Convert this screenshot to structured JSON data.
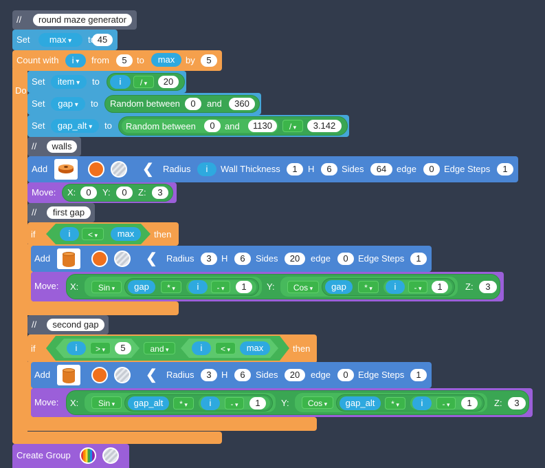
{
  "comment1": {
    "prefix": "//",
    "text": "round maze generator"
  },
  "set_max": {
    "keyword": "Set",
    "var": "max",
    "to": "to",
    "value": "45"
  },
  "count_with": {
    "keyword": "Count with",
    "var": "i",
    "from": "from",
    "from_value": "5",
    "to": "to",
    "to_var": "max",
    "by": "by",
    "by_value": "5",
    "do": "Do"
  },
  "set_item": {
    "keyword": "Set",
    "var": "item",
    "to": "to",
    "left": "i",
    "op": "/",
    "right": "20"
  },
  "set_gap": {
    "keyword": "Set",
    "var": "gap",
    "to": "to",
    "fn": "Random between",
    "a": "0",
    "and": "and",
    "b": "360"
  },
  "set_gap_alt": {
    "keyword": "Set",
    "var": "gap_alt",
    "to": "to",
    "fn": "Random between",
    "a": "0",
    "and": "and",
    "b": "1130",
    "op": "/",
    "c": "3.142"
  },
  "comment_walls": {
    "prefix": "//",
    "text": "walls"
  },
  "add_walls": {
    "keyword": "Add",
    "radius": "Radius",
    "radius_var": "i",
    "wall": "Wall Thickness",
    "wall_val": "1",
    "h": "H",
    "h_val": "6",
    "sides": "Sides",
    "sides_val": "64",
    "edge": "edge",
    "edge_val": "0",
    "edge_steps": "Edge Steps",
    "edge_steps_val": "1"
  },
  "move_walls": {
    "keyword": "Move:",
    "x": "X:",
    "x_val": "0",
    "y": "Y:",
    "y_val": "0",
    "z": "Z:",
    "z_val": "3"
  },
  "comment_first": {
    "prefix": "//",
    "text": "first gap"
  },
  "if1": {
    "keyword": "if",
    "left": "i",
    "op": "<",
    "right": "max",
    "then": "then"
  },
  "add1": {
    "keyword": "Add",
    "radius": "Radius",
    "radius_val": "3",
    "h": "H",
    "h_val": "6",
    "sides": "Sides",
    "sides_val": "20",
    "edge": "edge",
    "edge_val": "0",
    "edge_steps": "Edge Steps",
    "edge_steps_val": "1"
  },
  "move1": {
    "keyword": "Move:",
    "x": "X:",
    "sin": "Sin",
    "gap": "gap",
    "mul": "*",
    "i": "i",
    "minus": "-",
    "one": "1",
    "y": "Y:",
    "cos": "Cos",
    "gap2": "gap",
    "mul2": "*",
    "i2": "i",
    "minus2": "-",
    "one2": "1",
    "z": "Z:",
    "z_val": "3"
  },
  "comment_second": {
    "prefix": "//",
    "text": "second gap"
  },
  "if2": {
    "keyword": "if",
    "left": "i",
    "op": ">",
    "right": "5",
    "and": "and",
    "left2": "i",
    "op2": "<",
    "right2": "max",
    "then": "then"
  },
  "add2": {
    "keyword": "Add",
    "radius": "Radius",
    "radius_val": "3",
    "h": "H",
    "h_val": "6",
    "sides": "Sides",
    "sides_val": "20",
    "edge": "edge",
    "edge_val": "0",
    "edge_steps": "Edge Steps",
    "edge_steps_val": "1"
  },
  "move2": {
    "keyword": "Move:",
    "x": "X:",
    "sin": "Sin",
    "gap": "gap_alt",
    "mul": "*",
    "i": "i",
    "minus": "-",
    "one": "1",
    "y": "Y:",
    "cos": "Cos",
    "gap2": "gap_alt",
    "mul2": "*",
    "i2": "i",
    "minus2": "-",
    "one2": "1",
    "z": "Z:",
    "z_val": "3"
  },
  "create_group": {
    "keyword": "Create Group"
  },
  "colors": {
    "background": "#323b4c",
    "comment": "#5b6376",
    "variable": "#45a6d8",
    "control": "#f5a04c",
    "shape": "#4b86d4",
    "transform": "#9b5fd9",
    "math": "#3aa653"
  },
  "icons": {
    "wall_shape": "ring-disc-icon",
    "cylinder": "cylinder-icon",
    "color": "orange-color-icon",
    "texture": "striped-texture-icon",
    "group_color": "rainbow-color-icon"
  }
}
